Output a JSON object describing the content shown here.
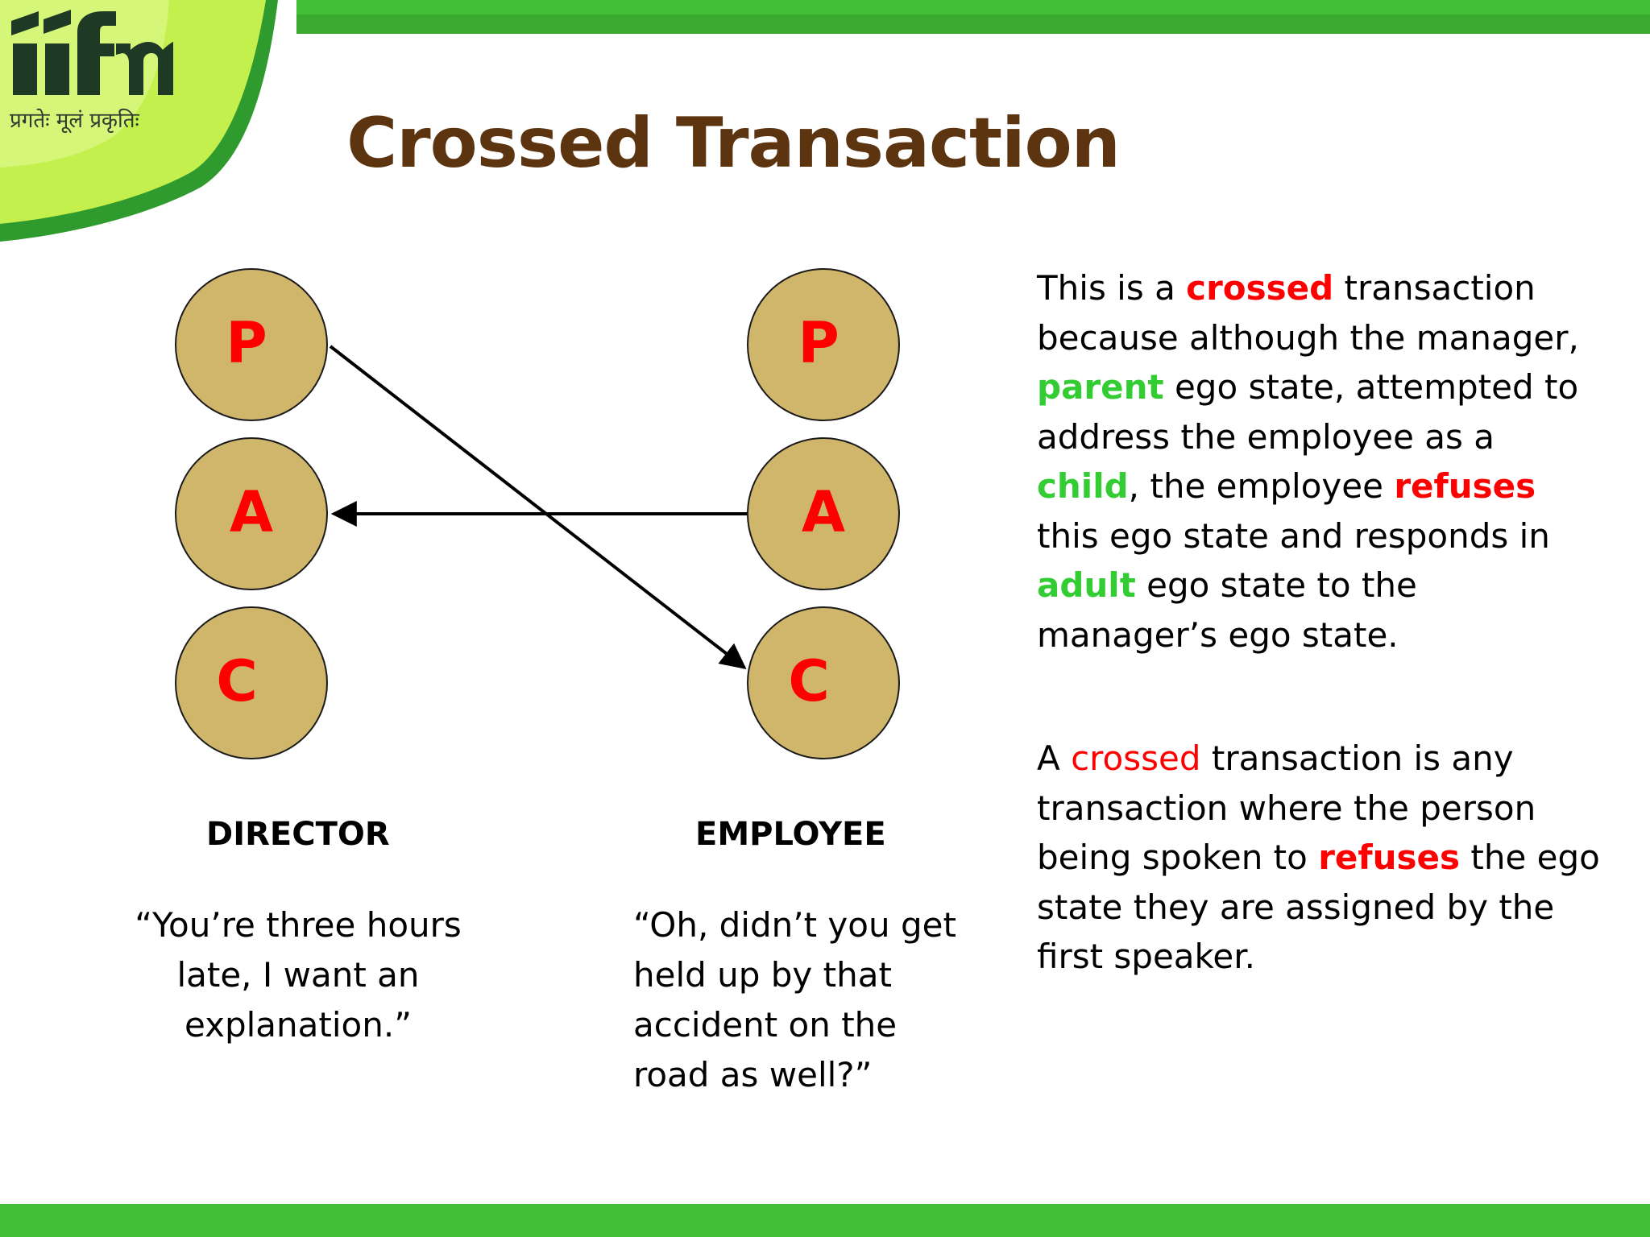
{
  "slide": {
    "title": "Crossed Transaction",
    "logo": {
      "text": "iifm",
      "tagline": "प्रगतेः मूलं प्रकृतिः"
    },
    "colors": {
      "title": "#5c3510",
      "node_fill": "#cfb66b",
      "node_letter": "#ff0000",
      "highlight_red": "#ff0000",
      "highlight_green": "#33cc33",
      "band_green": "#44bd37",
      "logo_green": "#c3f04d"
    }
  },
  "diagram": {
    "director": {
      "nodes": [
        "P",
        "A",
        "C"
      ],
      "label": "DIRECTOR",
      "quote": "“You’re three hours late, I want an explanation.”"
    },
    "employee": {
      "nodes": [
        "P",
        "A",
        "C"
      ],
      "label": "EMPLOYEE",
      "quote": "“Oh, didn’t you get held up by that accident on the road as well?”"
    },
    "arrows": [
      {
        "from": "director.P",
        "to": "employee.C"
      },
      {
        "from": "employee.A",
        "to": "director.A"
      }
    ]
  },
  "paragraph1": {
    "t1": "This is a ",
    "w1": "crossed",
    "t2": " transaction because although the manager, ",
    "w2": "parent",
    "t3": " ego state, attempted to address the employee as a ",
    "w3": "child",
    "t4": ", the employee ",
    "w4": "refuses",
    "t5": " this ego state and responds in ",
    "w5": "adult",
    "t6": " ego state to the manager’s ego state."
  },
  "paragraph2": {
    "t1": "A ",
    "w1": "crossed",
    "t2": " transaction is any transaction where the person being spoken to ",
    "w2": "refuses",
    "t3": " the ego state they are assigned by the first speaker."
  }
}
